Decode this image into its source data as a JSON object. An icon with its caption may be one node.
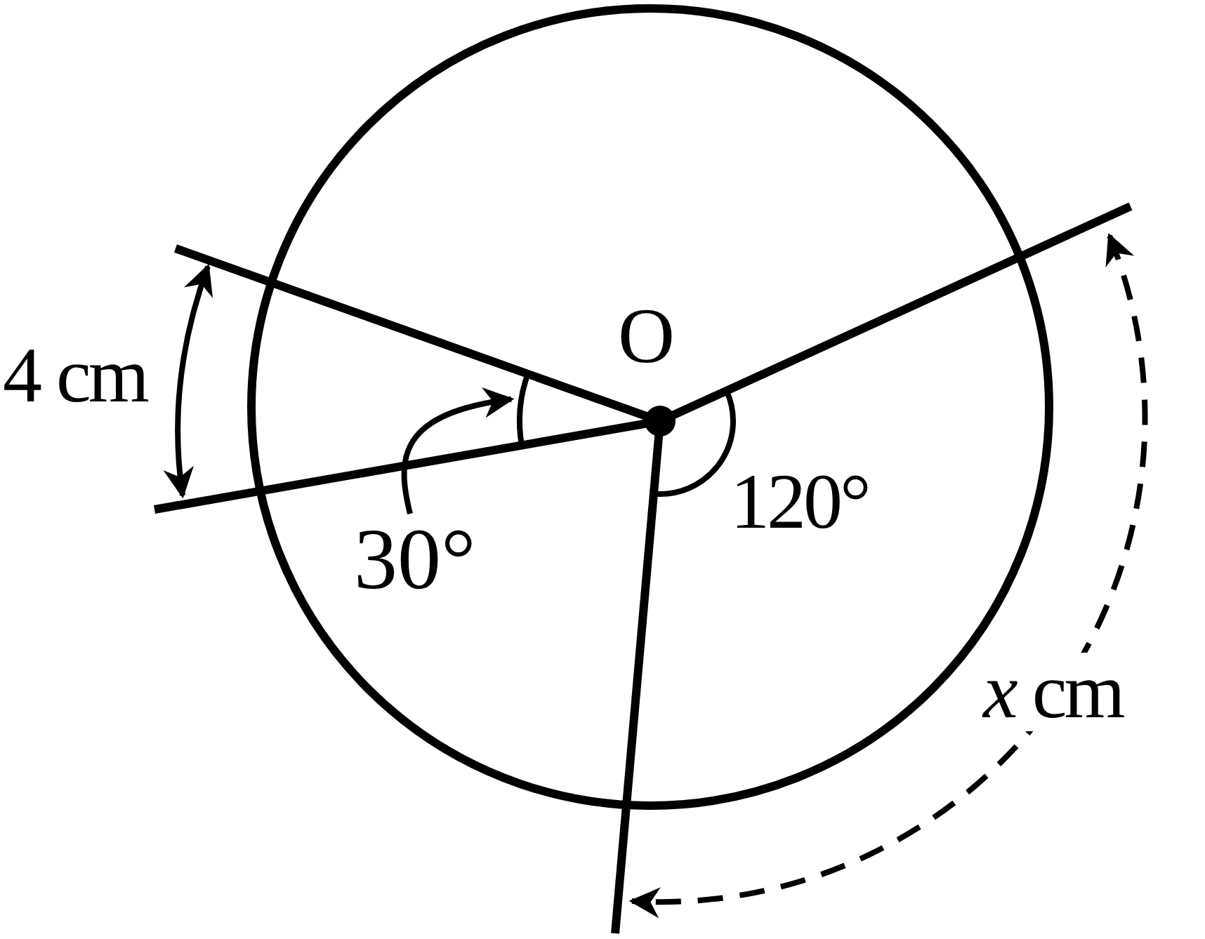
{
  "diagram": {
    "nodes": [
      {
        "text": [
          "30°"
        ]
      },
      {
        "text": [],
        "shape": "arc"
      }
    ],
    "edges": [
      {
        "from": 0,
        "to": 1,
        "arrow": "to"
      }
    ],
    "labels": [
      "O",
      "4 cm",
      "120°",
      "*x* cm"
    ]
  }
}
